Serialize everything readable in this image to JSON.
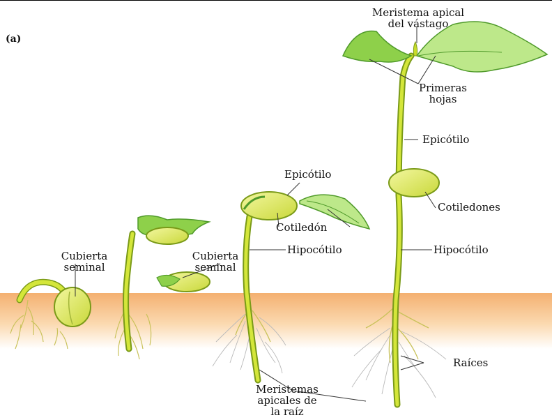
{
  "figure": {
    "panel_tag": "(a)"
  },
  "labels": {
    "meristema_apical_vastago": [
      "Meristema apical",
      "del vástago"
    ],
    "primeras_hojas": [
      "Primeras",
      "hojas"
    ],
    "epicotilo_right": "Epicótilo",
    "cotiledones": "Cotiledones",
    "hipocotilo_right": "Hipocótilo",
    "raices": "Raíces",
    "epicotilo_mid": "Epicótilo",
    "cotiledon": "Cotiledón",
    "hipocotilo_mid": "Hipocótilo",
    "cubierta_seminal_left": [
      "Cubierta",
      "seminal"
    ],
    "cubierta_seminal_mid": [
      "Cubierta",
      "seminal"
    ],
    "meristemas_raiz": [
      "Meristemas",
      "apicales de",
      "la raíz"
    ]
  },
  "colors": {
    "stem": "#c8dc2a",
    "stem_dark": "#7a9a18",
    "leaf": "#8ed04a",
    "leaf_dark": "#4f9a2a",
    "cotyledon": "#e8f07a",
    "soil_top": "#f4b070",
    "soil_bottom": "#fff3e4",
    "root": "#d9d36a",
    "line": "#333333"
  }
}
